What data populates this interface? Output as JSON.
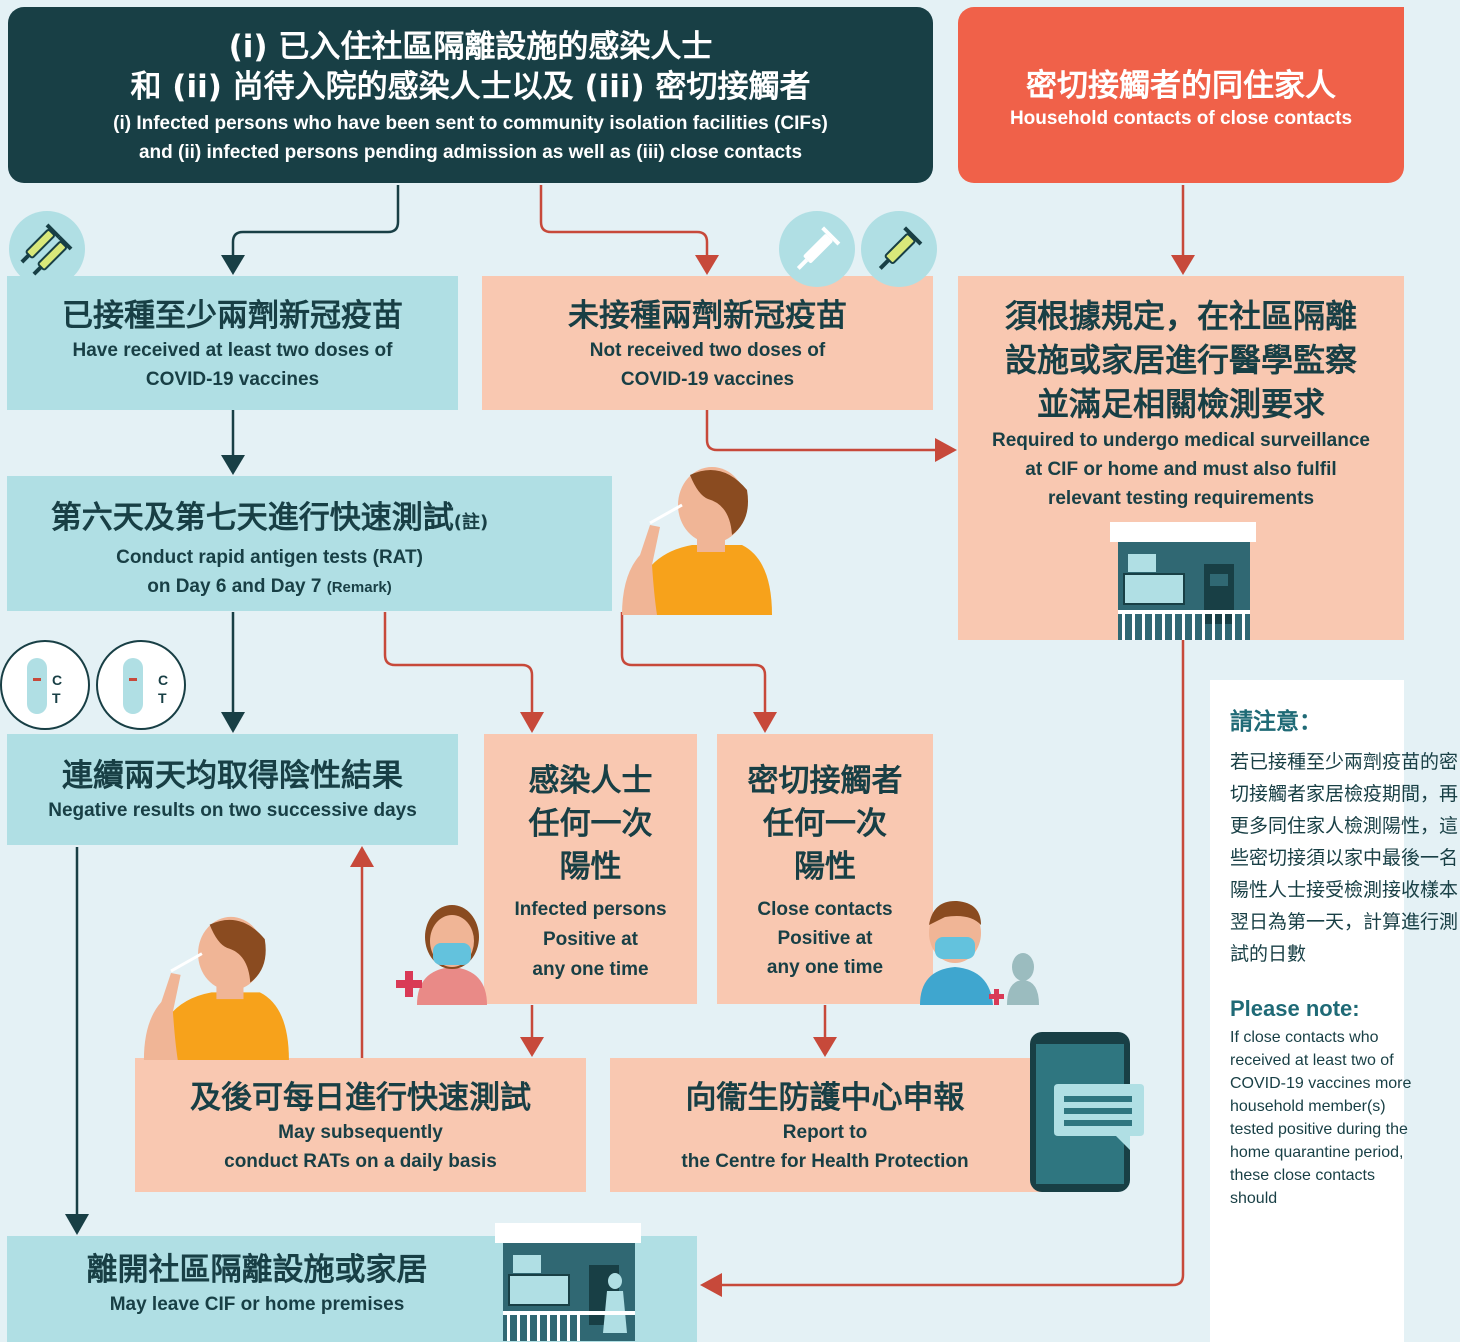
{
  "top_left": {
    "zh_line1": "(i) 已入住社區隔離設施的感染人士",
    "zh_line2": "和 (ii) 尚待入院的感染人士以及 (iii) 密切接觸者",
    "en_line1": "(i) Infected persons who have been sent to community isolation facilities (CIFs)",
    "en_line2": "and (ii) infected persons pending admission as well as (iii) close contacts"
  },
  "top_right": {
    "zh": "密切接觸者的同住家人",
    "en": "Household contacts of close contacts"
  },
  "vaccinated": {
    "zh": "已接種至少兩劑新冠疫苗",
    "en_line1": "Have received at least two doses of",
    "en_line2": "COVID-19 vaccines"
  },
  "not_vaccinated": {
    "zh": "未接種兩劑新冠疫苗",
    "en_line1": "Not received two doses of",
    "en_line2": "COVID-19 vaccines"
  },
  "surveillance": {
    "zh_line1": "須根據規定，在社區隔離",
    "zh_line2": "設施或家居進行醫學監察",
    "zh_line3": "並滿足相關檢測要求",
    "en_line1": "Required to undergo medical surveillance",
    "en_line2": "at CIF or home and must also fulfil",
    "en_line3": "relevant testing requirements"
  },
  "rat": {
    "zh": "第六天及第七天進行快速測試",
    "zh_remark": "(註)",
    "en_line1": "Conduct rapid antigen tests (RAT)",
    "en_line2": "on Day 6 and Day 7",
    "en_remark": "(Remark)"
  },
  "negative": {
    "zh": "連續兩天均取得陰性結果",
    "en": "Negative results on two successive days"
  },
  "infected_positive": {
    "zh_line1": "感染人士",
    "zh_line2": "任何一次",
    "zh_line3": "陽性",
    "en_line1": "Infected persons",
    "en_line2": "Positive at",
    "en_line3": "any one time"
  },
  "contacts_positive": {
    "zh_line1": "密切接觸者",
    "zh_line2": "任何一次",
    "zh_line3": "陽性",
    "en_line1": "Close contacts",
    "en_line2": "Positive at",
    "en_line3": "any one time"
  },
  "daily_rat": {
    "zh": "及後可每日進行快速測試",
    "en_line1": "May subsequently",
    "en_line2": "conduct RATs on a daily basis"
  },
  "report": {
    "zh": "向衞生防護中心申報",
    "en_line1": "Report to",
    "en_line2": "the Centre for Health Protection"
  },
  "leave": {
    "zh": "離開社區隔離設施或家居",
    "en": "May leave CIF or home premises"
  },
  "test_kit": {
    "c": "C",
    "t": "T"
  },
  "note": {
    "zh_heading": "請注意：",
    "zh_body": "若已接種至少兩劑疫苗的密切接觸者家居檢疫期間，再更多同住家人檢測陽性，這些密切接須以家中最後一名陽性人士接受檢測接收樣本翌日為第一天，計算進行測試的日數",
    "en_heading": "Please note:",
    "en_body": "If close contacts who received at least two of COVID-19 vaccines more household member(s) tested positive during the home quarantine period, these close contacts should"
  },
  "colors": {
    "dark": "#183f45",
    "red": "#f06149",
    "teal": "#b0dfe4",
    "peach": "#f9c8b1",
    "background": "#e4f1f5"
  }
}
